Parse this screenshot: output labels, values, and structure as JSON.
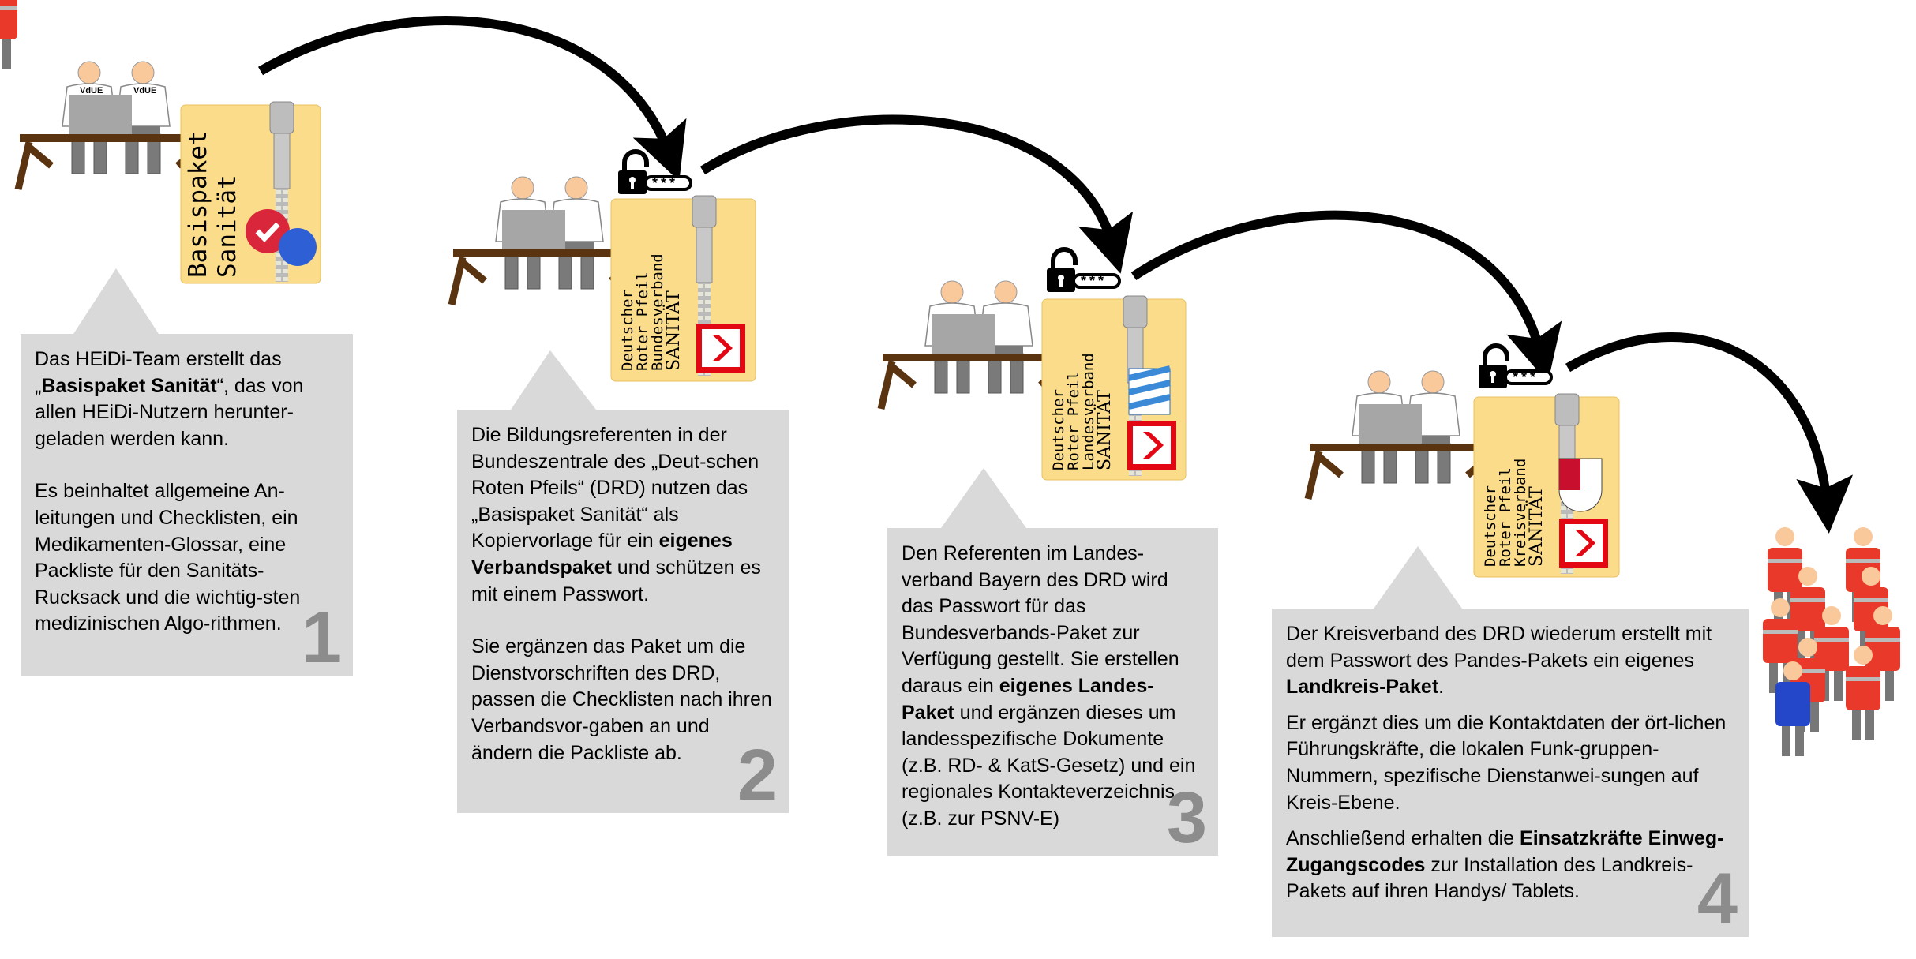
{
  "colors": {
    "box": "#d9d9d9",
    "folder": "#fbdc8a",
    "arrow": "#000000",
    "red": "#e30613",
    "number": "#8c8c8c"
  },
  "steps": [
    {
      "number": "1",
      "paragraphs": [
        [
          {
            "t": "Das HEiDi-Team erstellt das „"
          },
          {
            "t": "Basispaket Sanität",
            "b": true
          },
          {
            "t": "“, das von allen HEiDi-Nutzern herunter-geladen werden kann."
          }
        ],
        [
          {
            "t": "Es beinhaltet allgemeine An-leitungen und Checklisten, ein Medikamenten-Glossar, eine Packliste für den Sanitäts-Rucksack und die wichtig-sten medizinischen Algo-rithmen."
          }
        ]
      ]
    },
    {
      "number": "2",
      "paragraphs": [
        [
          {
            "t": "Die Bildungsreferenten in der Bundeszentrale des „Deut-schen Roten Pfeils“ (DRD) nutzen das „Basispaket Sanität“ als Kopiervorlage für ein "
          },
          {
            "t": "eigenes Verbandspaket",
            "b": true
          },
          {
            "t": " und schützen es mit einem Passwort."
          }
        ],
        [
          {
            "t": "Sie ergänzen das Paket um die Dienstvorschriften des DRD, passen die Checklisten nach ihren Verbandsvor-gaben an und ändern die Packliste ab."
          }
        ]
      ]
    },
    {
      "number": "3",
      "paragraphs": [
        [
          {
            "t": "Den Referenten im Landes-verband Bayern des DRD wird das Passwort für das Bundesverbands-Paket zur Verfügung gestellt. Sie erstellen daraus ein "
          },
          {
            "t": "eigenes Landes-Paket",
            "b": true
          },
          {
            "t": " und ergänzen dieses um landesspezifische Dokumente (z.B. RD- & KatS-Gesetz) und ein regionales Kontakteverzeichnis (z.B. zur PSNV-E)"
          }
        ]
      ]
    },
    {
      "number": "4",
      "paragraphs": [
        [
          {
            "t": "Der Kreisverband des DRD wiederum erstellt mit dem Passwort des Pandes-Pakets ein eigenes "
          },
          {
            "t": "Landkreis-Paket",
            "b": true
          },
          {
            "t": "."
          }
        ],
        [
          {
            "t": "Er ergänzt dies um die Kontaktdaten der ört-lichen Führungskräfte, die lokalen Funk-gruppen-Nummern, spezifische Dienstanwei-sungen auf Kreis-Ebene."
          }
        ],
        [
          {
            "t": "Anschließend erhalten die "
          },
          {
            "t": "Einsatzkräfte Einweg-Zugangscodes",
            "b": true
          },
          {
            "t": " zur Installation des Landkreis-Pakets auf ihren Handys/ Tablets."
          }
        ]
      ]
    }
  ],
  "folders": [
    {
      "lines": [
        "Basispaket",
        "Sanität"
      ]
    },
    {
      "lines": [
        "Deutscher",
        "Roter Pfeil",
        "Bundesverband",
        "SANITÄT"
      ]
    },
    {
      "lines": [
        "Deutscher",
        "Roter Pfeil",
        "Landesverband",
        "SANITÄT"
      ]
    },
    {
      "lines": [
        "Deutscher",
        "Roter Pfeil",
        "Kreisverband",
        "SANITÄT"
      ]
    }
  ],
  "shirt_logo": "VdUE",
  "password_mask": "***"
}
